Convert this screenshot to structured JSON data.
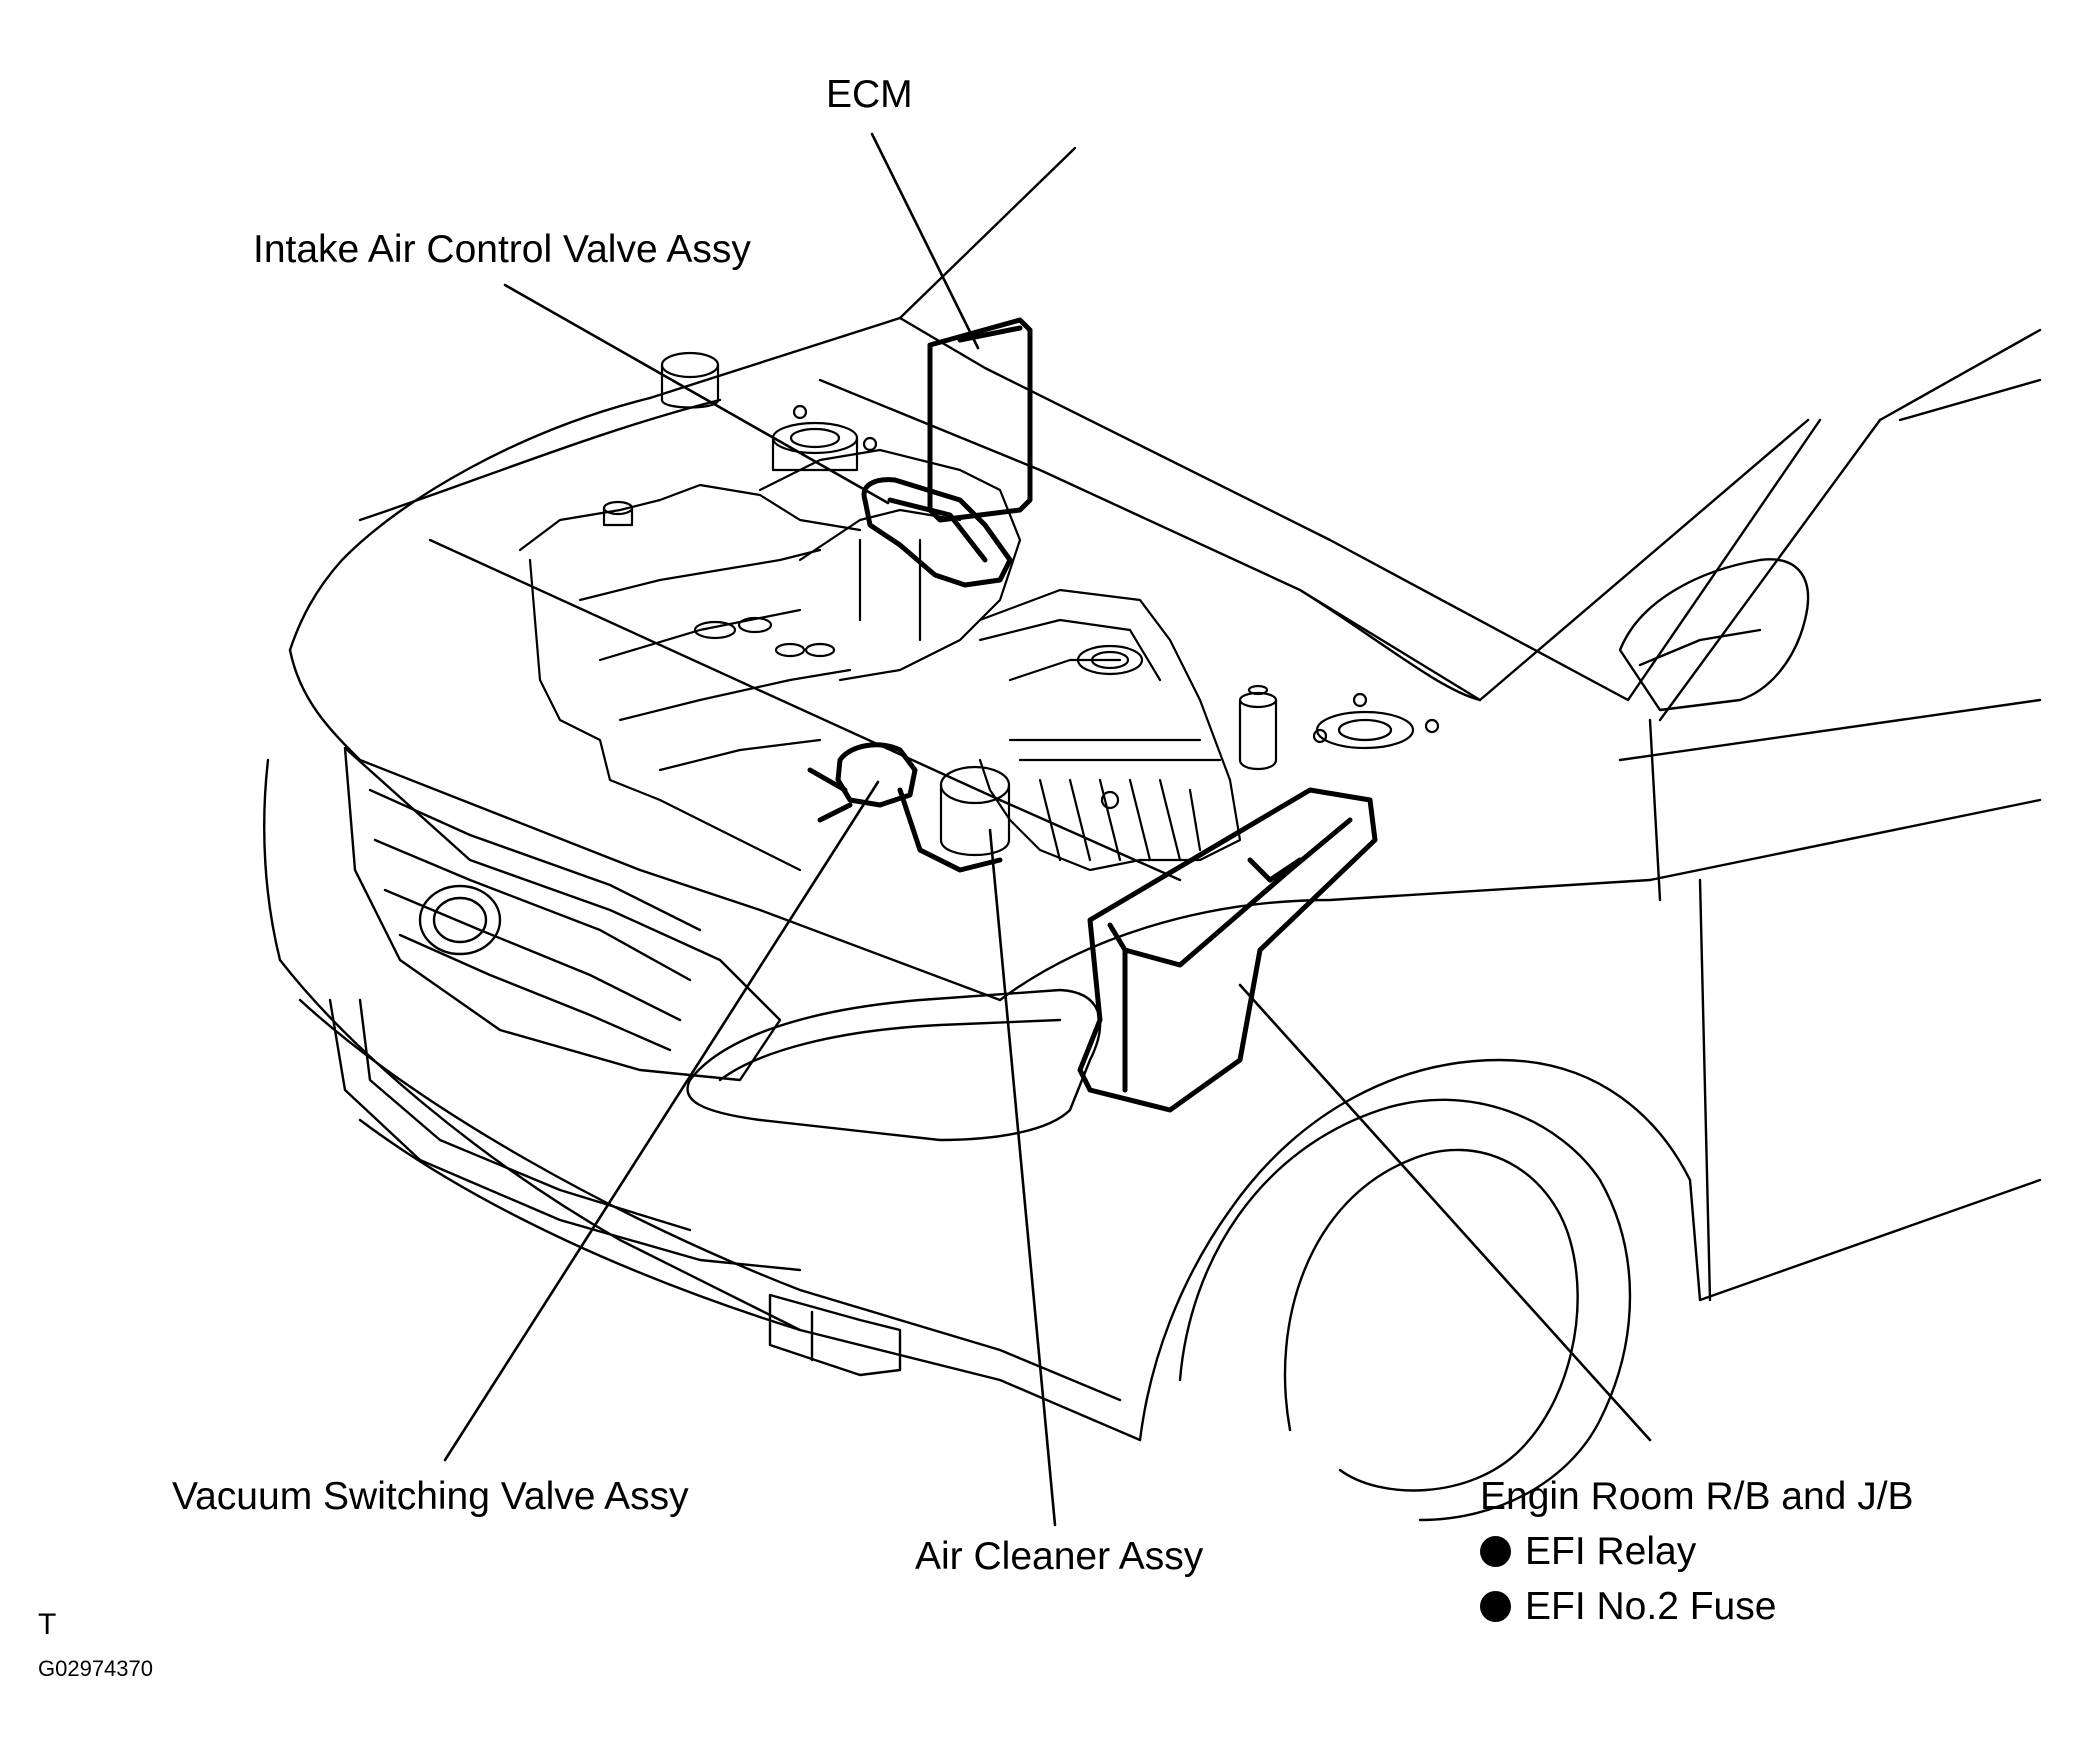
{
  "labels": {
    "ecm": "ECM",
    "intake_air_control_valve": "Intake Air Control Valve Assy",
    "vacuum_switching_valve": "Vacuum Switching Valve Assy",
    "air_cleaner": "Air Cleaner Assy",
    "engine_room_rb_jb": "Engin Room R/B and J/B",
    "efi_relay": "EFI Relay",
    "efi_no2_fuse": "EFI No.2 Fuse"
  },
  "corner_mark": "T",
  "figure_id": "G02974370"
}
